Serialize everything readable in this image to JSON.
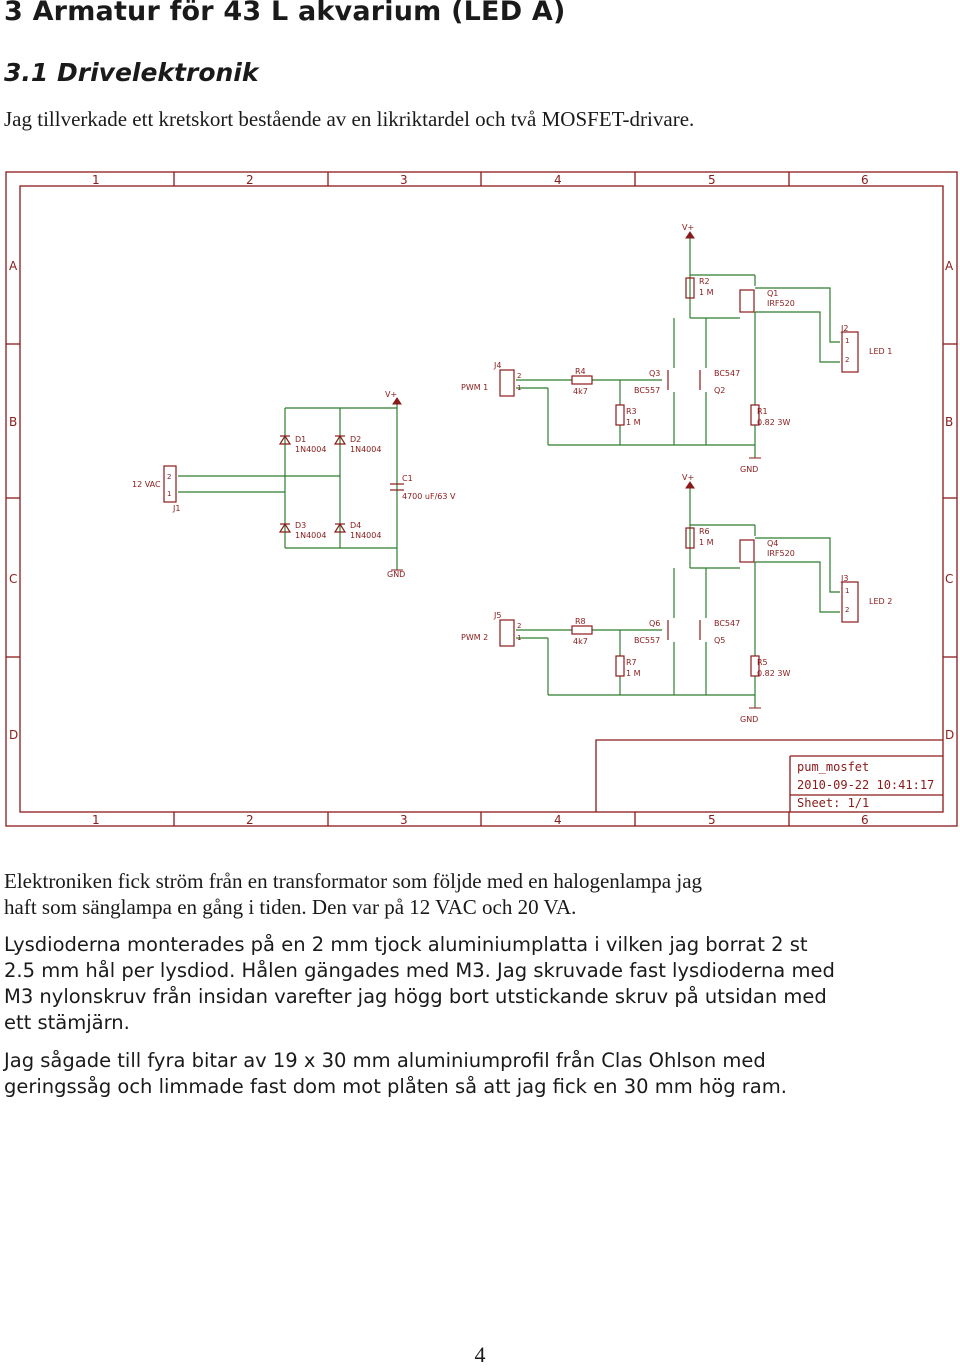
{
  "heading": "3 Armatur för 43 L akvarium (LED A)",
  "subheading": "3.1 Drivelektronik",
  "intro": "Jag tillverkade ett kretskort bestående av en likriktardel och två MOSFET-drivare.",
  "schematic": {
    "col_labels": [
      "1",
      "2",
      "3",
      "4",
      "5",
      "6"
    ],
    "row_labels": [
      "A",
      "B",
      "C",
      "D"
    ],
    "title_name": "pum_mosfet",
    "title_date": "2010-09-22 10:41:17",
    "title_sheet": "Sheet: 1/1",
    "labels": {
      "vac": "12 VAC",
      "j1": "J1",
      "d1": "D1",
      "d1v": "1N4004",
      "d2": "D2",
      "d2v": "1N4004",
      "d3": "D3",
      "d3v": "1N4004",
      "d4": "D4",
      "d4v": "1N4004",
      "c1": "C1",
      "c1v": "4700 uF/63 V",
      "vplus": "V+",
      "gnd": "GND",
      "pwm1": "PWM 1",
      "j4": "J4",
      "r4": "R4",
      "r4v": "4k7",
      "q3": "Q3",
      "q3v": "BC557",
      "bc547a": "BC547",
      "q2": "Q2",
      "r3": "R3",
      "r3v": "1 M",
      "r1": "R1",
      "r1v": "0.82 3W",
      "r2": "R2",
      "r2v": "1 M",
      "q1": "Q1",
      "q1v": "IRF520",
      "j2": "J2",
      "led1": "LED 1",
      "pwm2": "PWM 2",
      "j5": "J5",
      "r8": "R8",
      "r8v": "4k7",
      "q6": "Q6",
      "q6v": "BC557",
      "bc547b": "BC547",
      "q5": "Q5",
      "r7": "R7",
      "r7v": "1 M",
      "r5": "R5",
      "r5v": "0.82 3W",
      "r6": "R6",
      "r6v": "1 M",
      "q4": "Q4",
      "q4v": "IRF520",
      "j3": "J3",
      "led2": "LED 2",
      "pin1": "1",
      "pin2": "2"
    }
  },
  "para1": [
    "Elektroniken fick ström från en transformator som följde med en halogenlampa jag",
    "haft som sänglampa en gång i tiden. Den var på 12 VAC och 20 VA."
  ],
  "para2": [
    "Lysdioderna monterades på en 2 mm tjock aluminiumplatta i vilken jag borrat 2 st",
    "2.5 mm hål per lysdiod. Hålen gängades med M3. Jag skruvade fast lysdioderna med",
    "M3 nylonskruv från insidan varefter jag högg bort utstickande skruv på utsidan med",
    "ett stämjärn."
  ],
  "para3": [
    "Jag sågade till fyra bitar av 19 x 30 mm aluminiumprofil från Clas Ohlson med",
    "geringssåg och limmade fast dom mot plåten så att jag fick en 30 mm hög ram."
  ],
  "page_number": "4",
  "colors": {
    "frame": "#8b1a1a",
    "wire": "#2e7d2e",
    "text": "#1a1a1a"
  }
}
